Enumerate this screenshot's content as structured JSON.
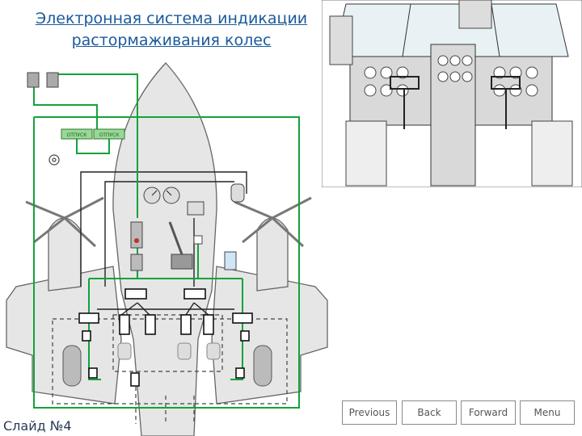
{
  "title": {
    "line1": "Электронная система индикации",
    "line2": "растормаживания колес"
  },
  "slide_label": "Слайд №4",
  "nav": {
    "previous": "Previous",
    "back": "Back",
    "forward": "Forward",
    "menu": "Menu"
  },
  "diagram": {
    "box_left": "ОТПУСК",
    "box_right": "ОТПУСК"
  },
  "colors": {
    "wire_green": "#13a33a",
    "airframe": "#e6e6e6",
    "title_blue": "#1a5a9c"
  }
}
